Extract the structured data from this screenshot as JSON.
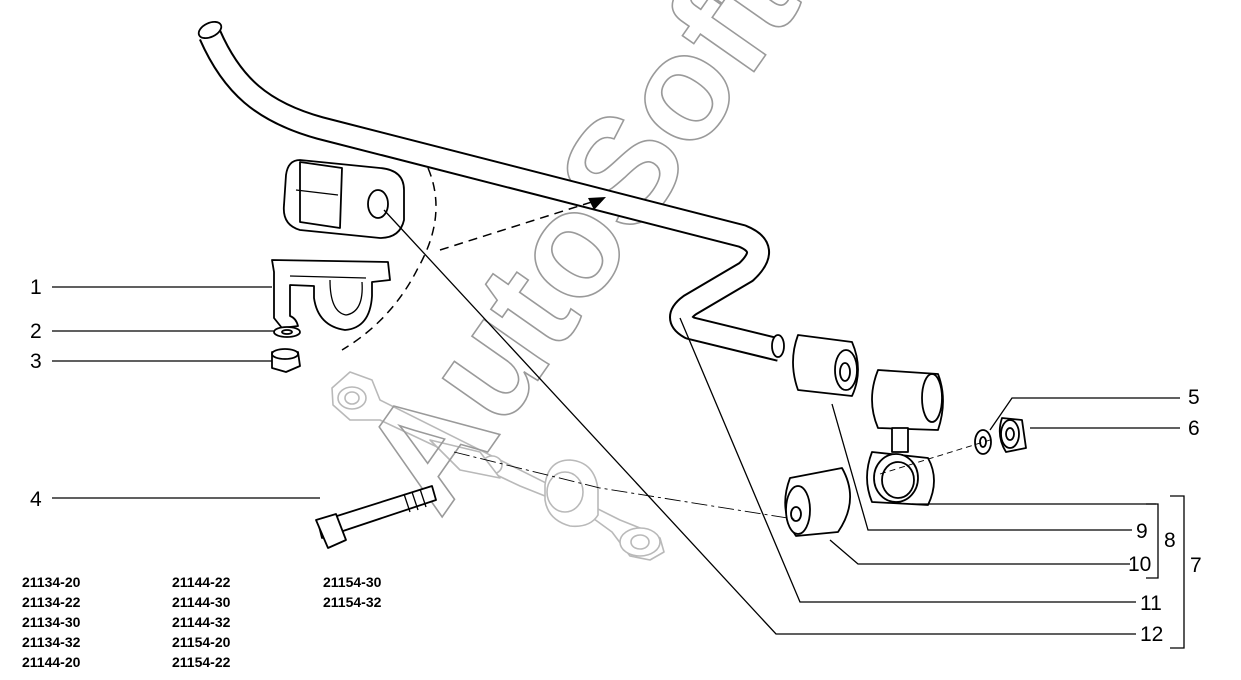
{
  "diagram": {
    "watermark": "AutoSoft",
    "callouts": [
      "1",
      "2",
      "3",
      "4",
      "5",
      "6",
      "7",
      "8",
      "9",
      "10",
      "11",
      "12"
    ],
    "model_codes": [
      [
        "21134-20",
        "21134-22",
        "21134-30",
        "21134-32",
        "21144-20"
      ],
      [
        "21144-22",
        "21144-30",
        "21144-32",
        "21154-20",
        "21154-22"
      ],
      [
        "21154-30",
        "21154-32"
      ]
    ]
  }
}
